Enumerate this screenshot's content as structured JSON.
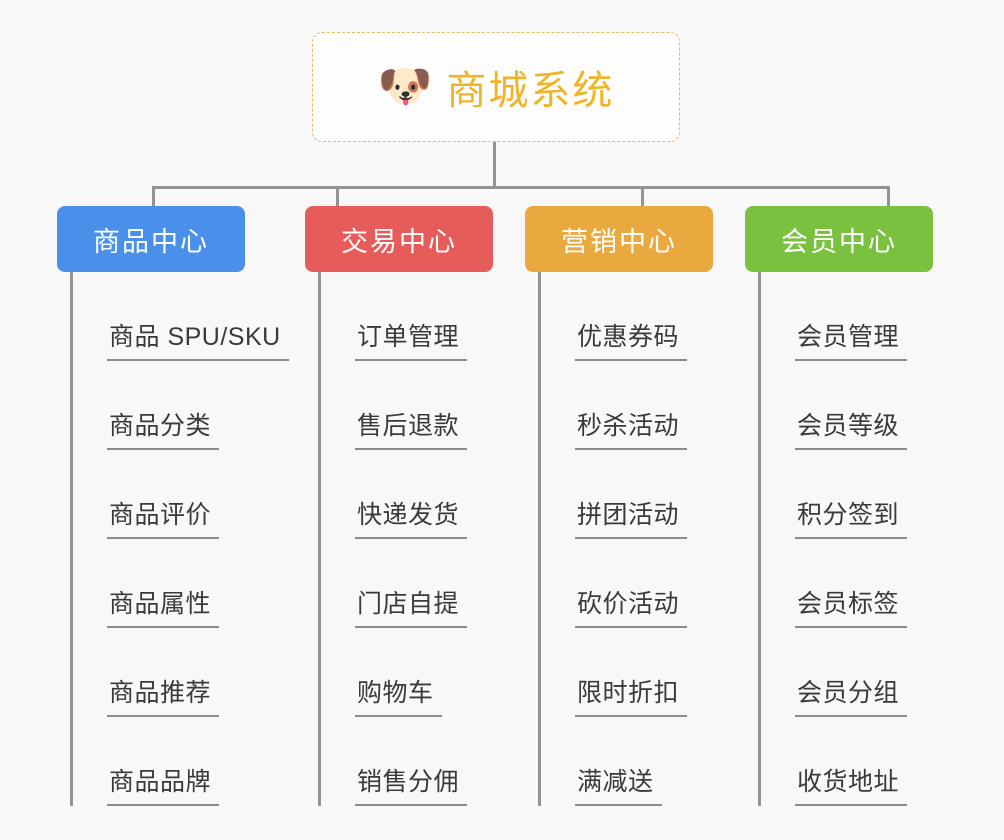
{
  "page": {
    "background_color": "#f8f8f8",
    "type": "mindmap"
  },
  "root": {
    "icon": "dog-face-icon",
    "icon_glyph": "🐶",
    "title": "商城系统",
    "text_color": "#f0b429",
    "border_color": "#e8b962"
  },
  "branches": [
    {
      "id": "product-center",
      "label": "商品中心",
      "color": "#4a90ea",
      "items": [
        "商品 SPU/SKU",
        "商品分类",
        "商品评价",
        "商品属性",
        "商品推荐",
        "商品品牌"
      ]
    },
    {
      "id": "trade-center",
      "label": "交易中心",
      "color": "#e55c5a",
      "items": [
        "订单管理",
        "售后退款",
        "快递发货",
        "门店自提",
        "购物车",
        "销售分佣"
      ]
    },
    {
      "id": "marketing-center",
      "label": "营销中心",
      "color": "#eaa93f",
      "items": [
        "优惠券码",
        "秒杀活动",
        "拼团活动",
        "砍价活动",
        "限时折扣",
        "满减送"
      ]
    },
    {
      "id": "member-center",
      "label": "会员中心",
      "color": "#79c13e",
      "items": [
        "会员管理",
        "会员等级",
        "积分签到",
        "会员标签",
        "会员分组",
        "收货地址"
      ]
    }
  ],
  "connector": {
    "color": "#939393"
  }
}
